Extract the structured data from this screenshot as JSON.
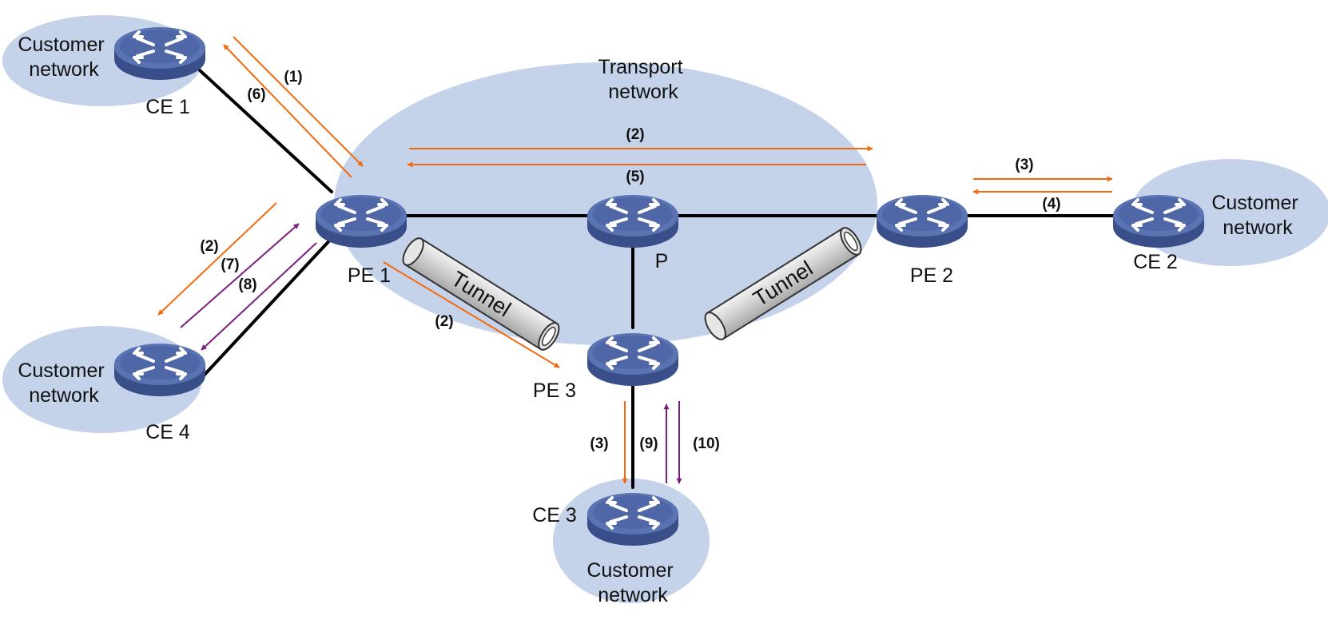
{
  "colors": {
    "cloud": "#c5d3ea",
    "router_top": "#4f67a6",
    "router_side": "#3a4f8a",
    "link": "#000000",
    "arrow_orange": "#f26a10",
    "arrow_purple": "#7b1d7e",
    "tunnel_body": "#d4d4d4"
  },
  "clouds": {
    "transport": [
      "Transport",
      "network"
    ],
    "customer_ce1": [
      "Customer",
      "network"
    ],
    "customer_ce2": [
      "Customer",
      "network"
    ],
    "customer_ce3": [
      "Customer",
      "network"
    ],
    "customer_ce4": [
      "Customer",
      "network"
    ]
  },
  "devices": {
    "ce1": "CE 1",
    "ce2": "CE 2",
    "ce3": "CE 3",
    "ce4": "CE 4",
    "pe1": "PE 1",
    "pe2": "PE 2",
    "pe3": "PE 3",
    "p": "P"
  },
  "tunnels": {
    "left": "Tunnel",
    "right": "Tunnel"
  },
  "steps": {
    "s1": "(1)",
    "s2_pe": "(2)",
    "s2_ce4": "(2)",
    "s2_pe3": "(2)",
    "s3_ce2": "(3)",
    "s3_ce3": "(3)",
    "s4": "(4)",
    "s5": "(5)",
    "s6": "(6)",
    "s7": "(7)",
    "s8": "(8)",
    "s9": "(9)",
    "s10": "(10)"
  }
}
